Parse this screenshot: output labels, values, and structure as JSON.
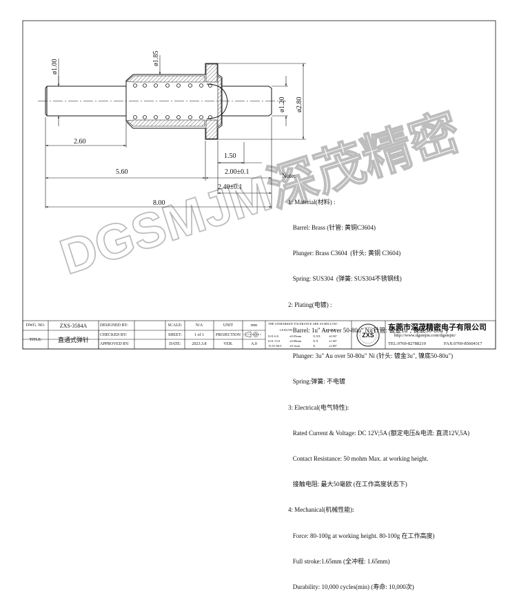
{
  "watermark": "DGSMJM深茂精密",
  "dims": {
    "d_pin": "ø1.00",
    "d_flange": "ø1.85",
    "d_head": "ø1.20",
    "d_body": "ø2.80",
    "len_2_60": "2.60",
    "len_1_50": "1.50",
    "len_2_00": "2.00±0.1",
    "len_5_60": "5.60",
    "len_2_40": "2.40±0.1",
    "len_8_00": "8.00"
  },
  "notes": {
    "title": "Note:",
    "lines": [
      "1: Material(材料) :",
      "   Barrel: Brass (针管: 黄铜C3604)",
      "   Plunger: Brass C3604  (针头: 黄铜 C3604)",
      "   Spring: SUS304  (弹簧: SUS304不锈钢线)",
      "2: Plating(电镀) :",
      "   Barrel: 1u\" Au over 50-80u\" Ni(针管: 镀金1u\", 镍底50-80u\")",
      "   Plunger: 3u\" Au over 50-80u\" Ni (针头: 镀金3u\", 镍底50-80u\")",
      "   Spring:弹簧: 不电镀",
      "3: Electrical(电气特性):",
      "   Rated Current & Voltage: DC 12V;5A (额定电压&电流: 直流12V,5A)",
      "   Contact Resistance: 50 mohm Max. at working height.",
      "   接触电阻: 最大50毫欧 (在工作高度状态下)",
      "4: Mechanical(机械性能):",
      "   Force: 80-100g at working height. 80-100g 在工作高度)",
      "   Full stroke:1.65mm (全冲程: 1.65mm)",
      "   Durability: 10,000 cycles(min) (寿命: 10,000次)"
    ]
  },
  "title_block": {
    "dwg_no_label": "DWG. NO.",
    "dwg_no": "ZXS-3584A",
    "title_label": "TITLE:",
    "title": "直通式弹针",
    "designed_by": "DESIGNED BY:",
    "checked_by": "CHECKED BY:",
    "approved_by": "APPROVED BY:",
    "scale_label": "SCALE:",
    "scale": "N/A",
    "sheet_label": "SHEET:",
    "sheet": "1 of 1",
    "date_label": "DATE:",
    "date": "2023.3.8",
    "unit_label": "UNIT",
    "unit": "mm",
    "projection_label": "PROJECTION",
    "ver_label": "VER.",
    "ver": "A.0",
    "tol_title": "THE UNMARKED TOLERANCE ARE AS BELLOW :",
    "tol_length": "LENGTH",
    "tol_angle": "ANGLE",
    "tol_rows": [
      [
        "0.01-6.0",
        "±0.05mm",
        "X.XX",
        "±0.50°"
      ],
      [
        "6.01-15.0",
        "±0.08mm",
        "X.X",
        "±1.00°"
      ],
      [
        "15.01-60.0",
        "±0.1mm",
        "X.",
        "±2.00°"
      ]
    ],
    "company_logo": "ZXS",
    "company_cn": "东莞市深茂精密电子有限公司",
    "website": "http://www.dgsmjm.com/dgsmjm/",
    "tel": "TEL:0769-82788219",
    "fax": "FAX:0769-85604317"
  }
}
